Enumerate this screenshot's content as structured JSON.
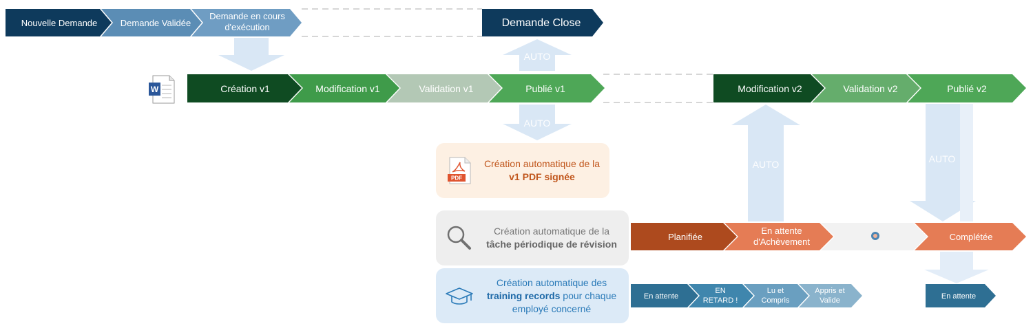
{
  "request_flow": {
    "nouvelle_demande": "Nouvelle Demande",
    "demande_validee": "Demande Validée",
    "en_cours_line1": "Demande en cours",
    "en_cours_line2": "d'exécution",
    "demande_close": "Demande Close"
  },
  "document_flow": {
    "creation_v1": "Création v1",
    "modification_v1": "Modification v1",
    "validation_v1": "Validation v1",
    "publie_v1": "Publié v1",
    "modification_v2": "Modification v2",
    "validation_v2": "Validation v2",
    "publie_v2": "Publié v2"
  },
  "auto_label": "AUTO",
  "word_icon_letter": "W",
  "pdf_icon_text": "PDF",
  "pdf_box": {
    "line1": "Création automatique de la",
    "line2_bold": "v1 PDF signée"
  },
  "task_box": {
    "line1": "Création automatique de la",
    "line2_bold": "tâche périodique de révision"
  },
  "training_box": {
    "line1": "Création automatique des",
    "line2_bold": "training records",
    "line2_rest": " pour chaque",
    "line3": "employé concerné"
  },
  "task_flow": {
    "planifiee": "Planifiée",
    "en_attente_line1": "En attente",
    "en_attente_line2": "d'Achèvement",
    "completee": "Complétée"
  },
  "training_flow": {
    "en_attente": "En attente",
    "en_retard_line1": "EN",
    "en_retard_line2": "RETARD !",
    "lu_line1": "Lu et",
    "lu_line2": "Compris",
    "appris_line1": "Appris et",
    "appris_line2": "Valide",
    "en_attente_v2": "En attente"
  },
  "colors": {
    "navy": "#0e3a5c",
    "steel_blue": "#5b8db5",
    "dark_green": "#0f4b22",
    "green": "#4ea757",
    "grey_green": "#b3c8b5",
    "rust": "#ad4a1e",
    "orange": "#e57c55",
    "training_blue": "#2e6f93"
  }
}
